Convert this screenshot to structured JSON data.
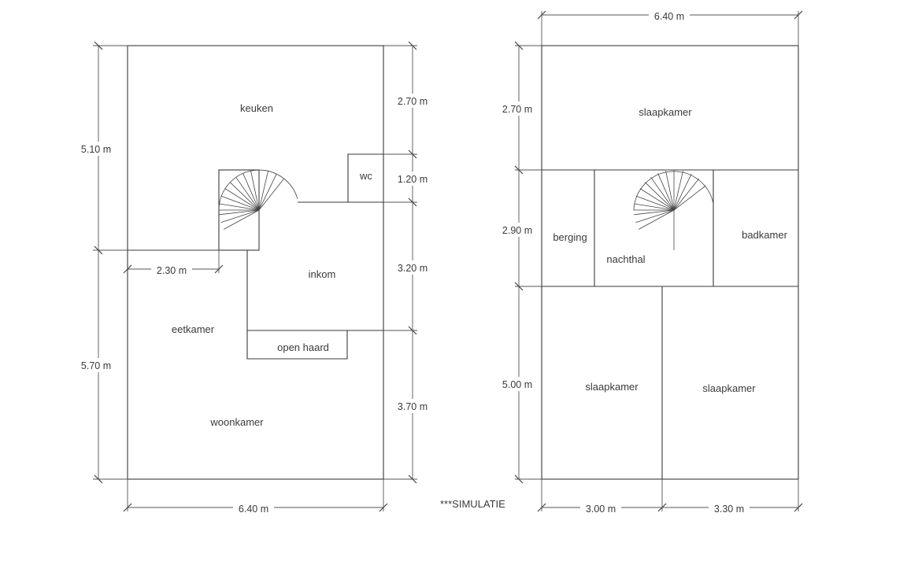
{
  "ground_floor": {
    "rooms": {
      "keuken": "keuken",
      "wc": "wc",
      "inkom": "inkom",
      "eetkamer": "eetkamer",
      "open_haard": "open haard",
      "woonkamer": "woonkamer"
    },
    "dimensions": {
      "left_upper": "5.10 m",
      "left_lower": "5.70 m",
      "right_1": "2.70 m",
      "right_2": "1.20 m",
      "right_3": "3.20 m",
      "right_4": "3.70 m",
      "inner": "2.30 m",
      "bottom": "6.40 m"
    }
  },
  "upper_floor": {
    "rooms": {
      "slaapkamer_top": "slaapkamer",
      "berging": "berging",
      "nachthal": "nachthal",
      "badkamer": "badkamer",
      "slaapkamer_left": "slaapkamer",
      "slaapkamer_right": "slaapkamer"
    },
    "dimensions": {
      "top": "6.40 m",
      "left_1": "2.70 m",
      "left_2": "2.90 m",
      "left_3": "5.00 m",
      "bottom_left": "3.00 m",
      "bottom_right": "3.30 m"
    }
  },
  "note": "***SIMULATIE"
}
